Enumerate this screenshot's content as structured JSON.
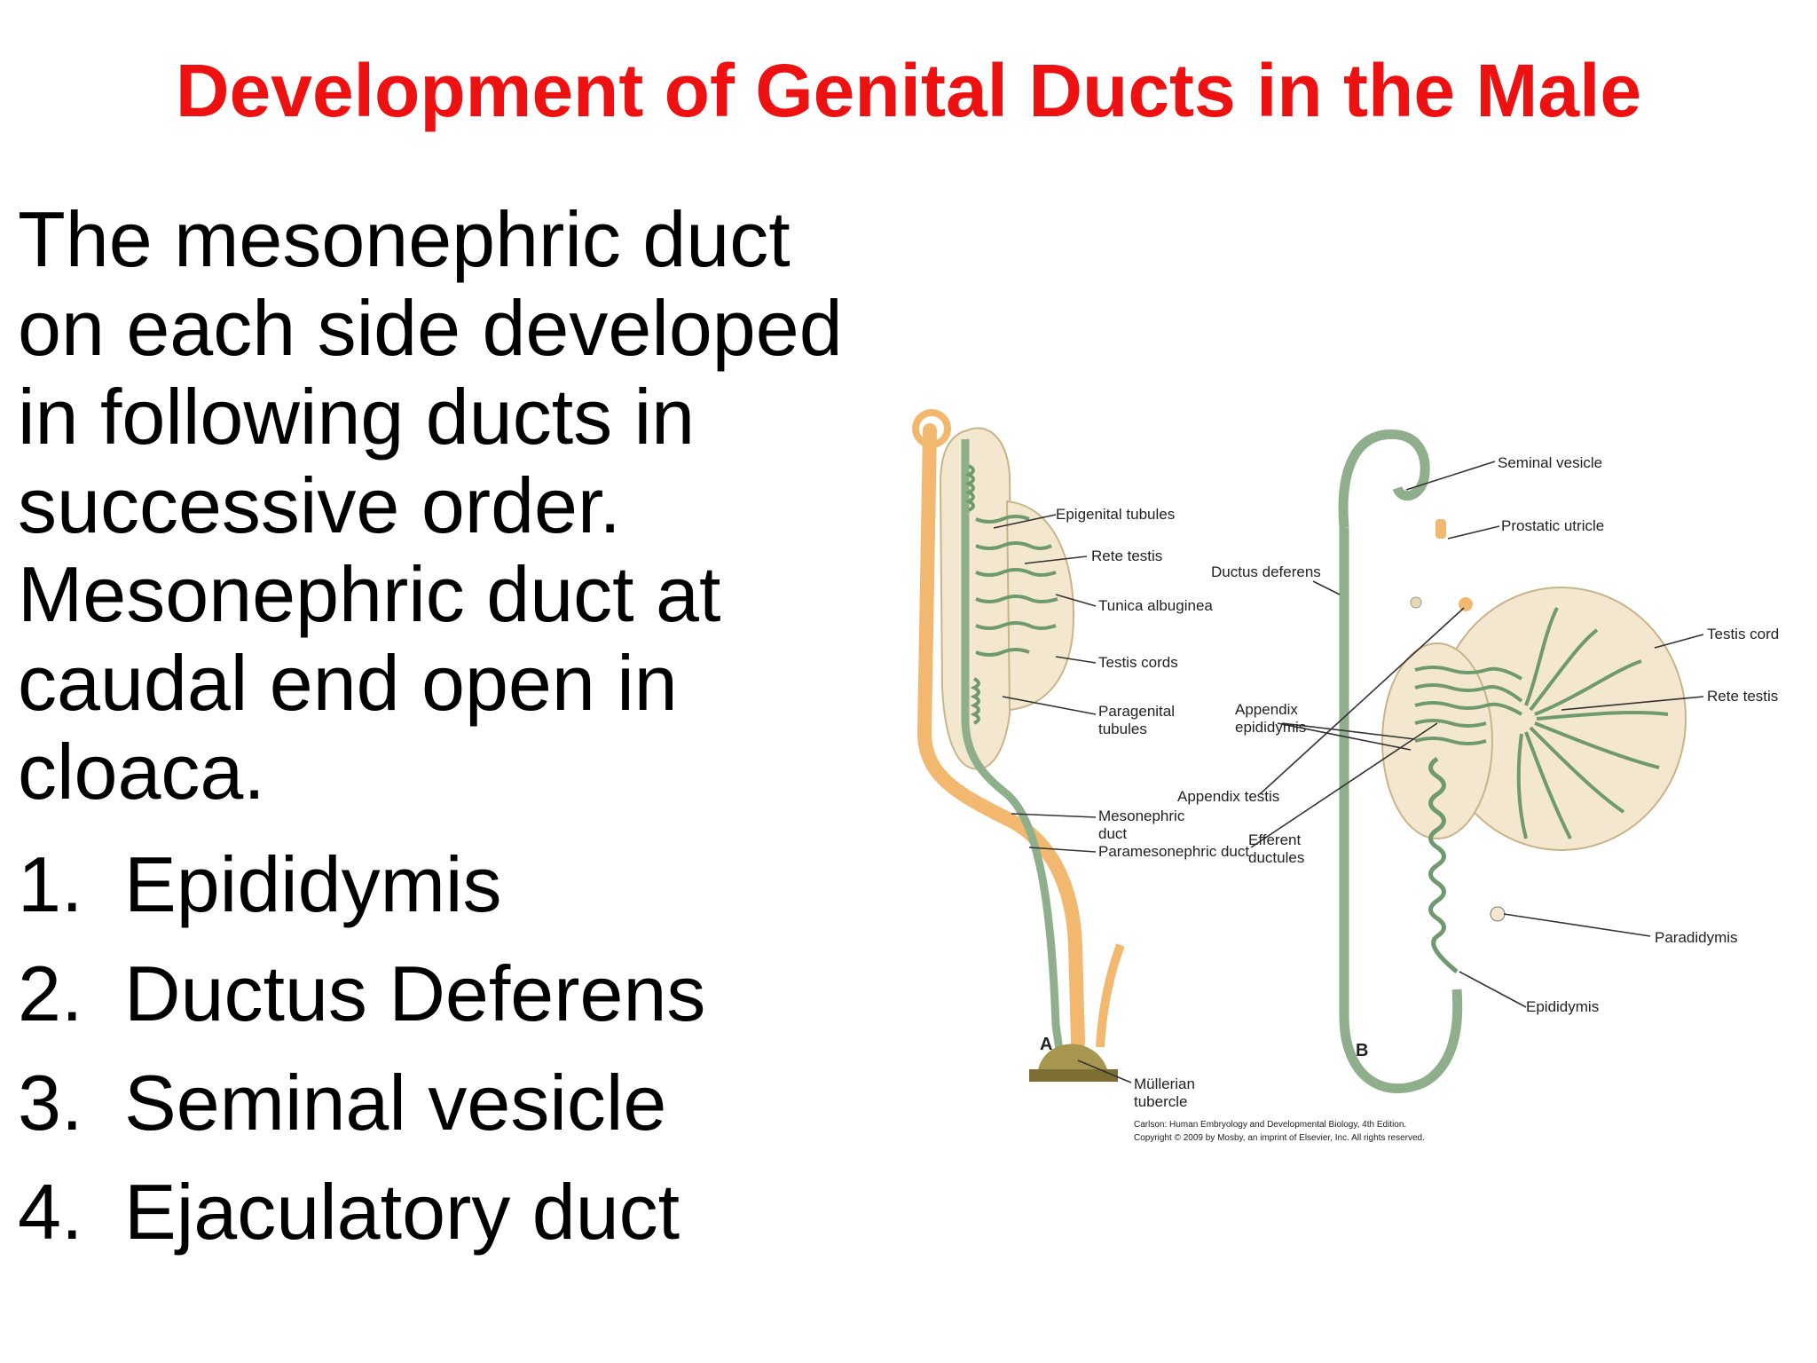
{
  "slide": {
    "title": "Development of Genital Ducts in the Male",
    "title_color": "#ee1111",
    "intro_lines": [
      "The mesonephric duct",
      "on each side developed",
      "in following ducts in",
      "successive order.",
      "Mesonephric duct at",
      "caudal end open in",
      "cloaca."
    ],
    "list": [
      {
        "number": "1.",
        "text": "Epididymis"
      },
      {
        "number": "2.",
        "text": "Ductus  Deferens"
      },
      {
        "number": "3.",
        "text": "Seminal vesicle"
      },
      {
        "number": "4.",
        "text": "Ejaculatory duct"
      }
    ]
  },
  "figure": {
    "colors": {
      "mesonephric_duct": "#8fae8c",
      "paramesonephric_duct": "#f2b870",
      "tissue": "#f3e7cf",
      "tubule": "#6f9a70"
    },
    "panel_a": {
      "letter": "A",
      "labels": {
        "epigenital": "Epigenital tubules",
        "rete": "Rete testis",
        "tunica": "Tunica albuginea",
        "testis_cords": "Testis cords",
        "paragenital_1": "Paragenital",
        "paragenital_2": "tubules",
        "mesonephric_1": "Mesonephric",
        "mesonephric_2": "duct",
        "paramesonephric": "Paramesonephric duct",
        "mullerian_1": "Müllerian",
        "mullerian_2": "tubercle"
      }
    },
    "panel_b": {
      "letter": "B",
      "labels": {
        "ductus_deferens": "Ductus deferens",
        "seminal_vesicle": "Seminal vesicle",
        "prostatic_utricle": "Prostatic utricle",
        "appendix_epididymis_1": "Appendix",
        "appendix_epididymis_2": "epididymis",
        "appendix_testis": "Appendix testis",
        "efferent_1": "Efferent",
        "efferent_2": "ductules",
        "testis_cord": "Testis cord",
        "rete_testis": "Rete testis",
        "paradidymis": "Paradidymis",
        "epididymis": "Epididymis"
      }
    },
    "caption": {
      "line1": "Carlson: Human Embryology and Developmental Biology, 4th Edition.",
      "line2": "Copyright © 2009 by Mosby, an imprint of Elsevier, Inc. All rights reserved."
    }
  }
}
